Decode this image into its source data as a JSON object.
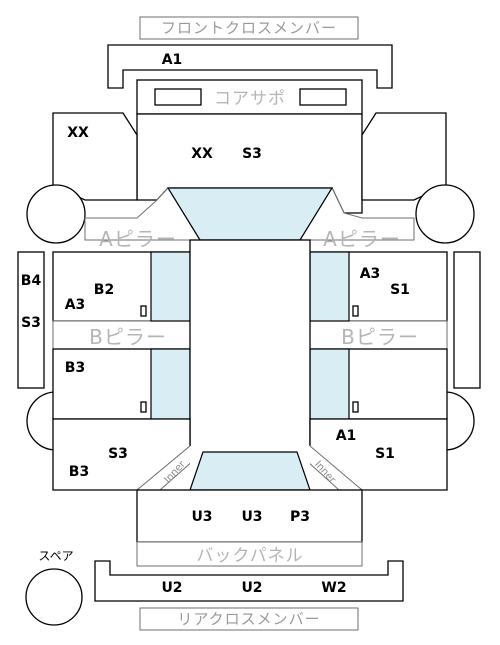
{
  "colors": {
    "glass": "#d9edf5",
    "pale_text": "#b5b5b5",
    "line": "#000000"
  },
  "labels": {
    "front_cross_member": "フロントクロスメンバー",
    "core_support": "コアサポ",
    "a_pillar_left": "Aピラー",
    "a_pillar_right": "Aピラー",
    "b_pillar_left": "Bピラー",
    "b_pillar_right": "Bピラー",
    "back_panel": "バックパネル",
    "rear_cross_member": "リアクロスメンバー",
    "spare": "スペア",
    "inner_left": "Inner",
    "inner_right": "Inner"
  },
  "codes": {
    "front_cross": "A1",
    "front_left": "XX",
    "front_center_1": "XX",
    "front_center_2": "S3",
    "left_rocker_1": "B4",
    "left_rocker_2": "S3",
    "left_front_door_1": "A3",
    "left_front_door_2": "B2",
    "left_rear_door": "B3",
    "left_rear_1": "S3",
    "left_rear_2": "B3",
    "right_front_door_1": "A3",
    "right_front_door_2": "S1",
    "right_rear_1": "A1",
    "right_rear_2": "S1",
    "trunk_1": "U3",
    "trunk_2": "U3",
    "trunk_3": "P3",
    "rear_cross_1": "U2",
    "rear_cross_2": "U2",
    "rear_cross_3": "W2"
  }
}
